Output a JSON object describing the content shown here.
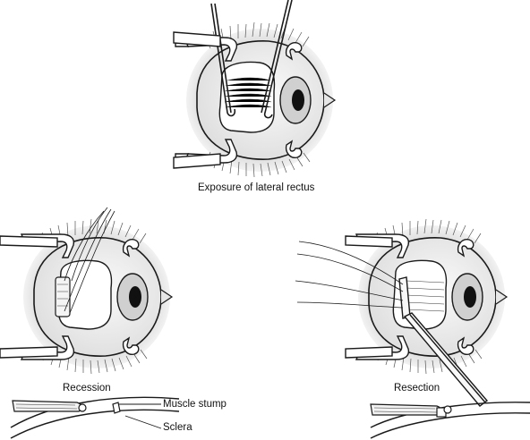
{
  "captions": {
    "top": "Exposure of lateral rectus",
    "left": "Recession",
    "right": "Resection"
  },
  "labels": {
    "muscle_stump": "Muscle stump",
    "sclera": "Sclera"
  },
  "colors": {
    "line": "#1a1a1a",
    "eye_shadow": "#c9c9c9",
    "sclera": "#efefef",
    "iris_ring": "#bdbdbd",
    "pupil": "#111111"
  }
}
